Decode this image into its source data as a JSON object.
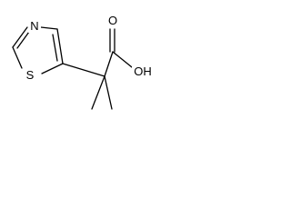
{
  "structure": {
    "atoms": {
      "nitrogen": "N",
      "sulfur": "S",
      "oxygen_carbonyl": "O",
      "hydroxyl": "OH"
    }
  },
  "colors": {
    "bond": "#000000",
    "label": "#000000",
    "background": "#ffffff"
  }
}
